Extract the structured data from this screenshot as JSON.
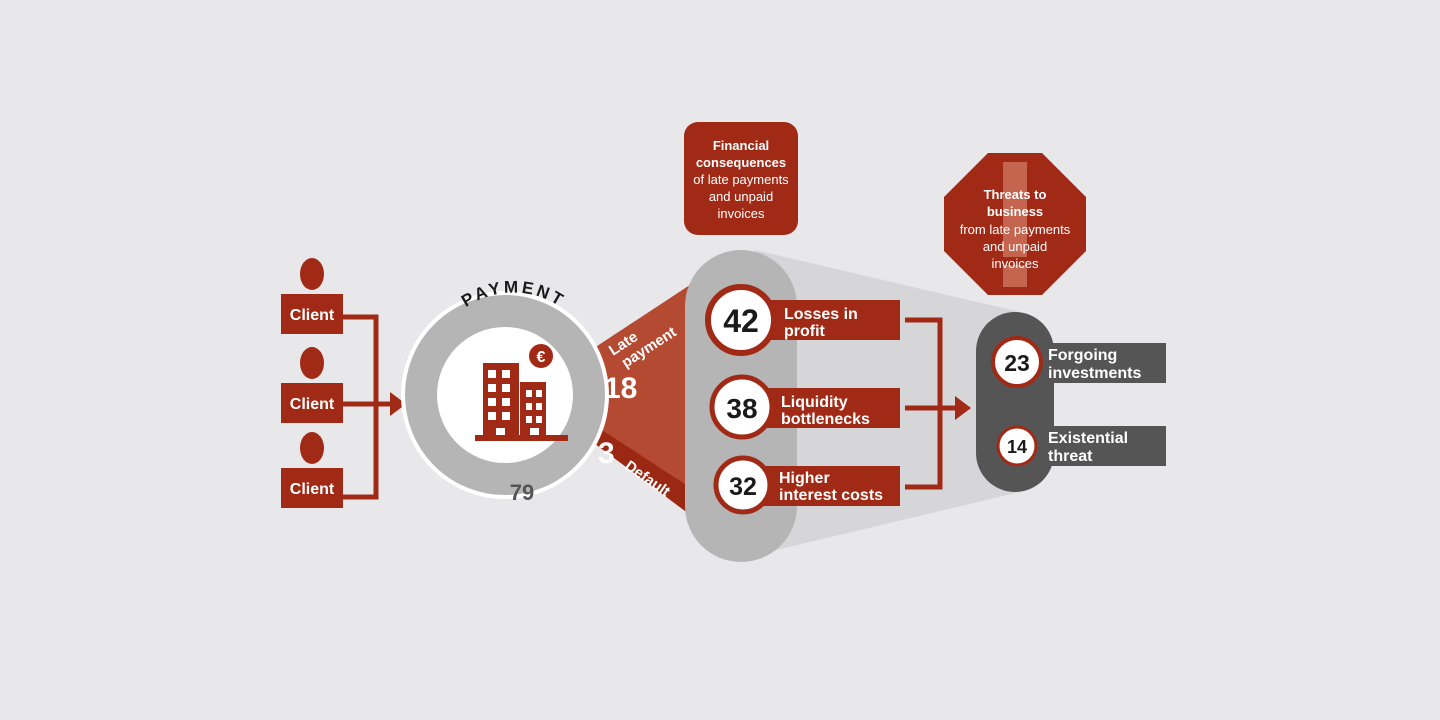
{
  "colors": {
    "background": "#e8e8ea",
    "red": "#a02a16",
    "red_dark": "#8f2512",
    "red_light": "#b84a33",
    "gray": "#b5b5b5",
    "dark_gray": "#555555",
    "cone": "#d4d4d6"
  },
  "clients": [
    {
      "label": "Client",
      "icon": "person-icon"
    },
    {
      "label": "Client",
      "icon": "person-icon"
    },
    {
      "label": "Client",
      "icon": "person-icon"
    }
  ],
  "payment": {
    "title": "PAYMENT",
    "on_time_value": "79",
    "late_label_line1": "Late",
    "late_label_line2": "payment",
    "late_value": "18",
    "default_value": "3",
    "default_label": "Default",
    "building_icon": "office-building-icon",
    "euro_symbol": "€"
  },
  "financial": {
    "title_line1": "Financial",
    "title_line2": "consequences",
    "sub_line1": "of late payments",
    "sub_line2": "and unpaid",
    "sub_line3": "invoices",
    "items": [
      {
        "value": "42",
        "line1": "Losses in",
        "line2": "profit"
      },
      {
        "value": "38",
        "line1": "Liquidity",
        "line2": "bottlenecks"
      },
      {
        "value": "32",
        "line1": "Higher",
        "line2": "interest costs"
      }
    ]
  },
  "threats": {
    "title_line1": "Threats to",
    "title_line2": "business",
    "sub_line1": "from late payments",
    "sub_line2": "and unpaid",
    "sub_line3": "invoices",
    "items": [
      {
        "value": "23",
        "line1": "Forgoing",
        "line2": "investments"
      },
      {
        "value": "14",
        "line1": "Existential",
        "line2": "threat"
      }
    ]
  }
}
